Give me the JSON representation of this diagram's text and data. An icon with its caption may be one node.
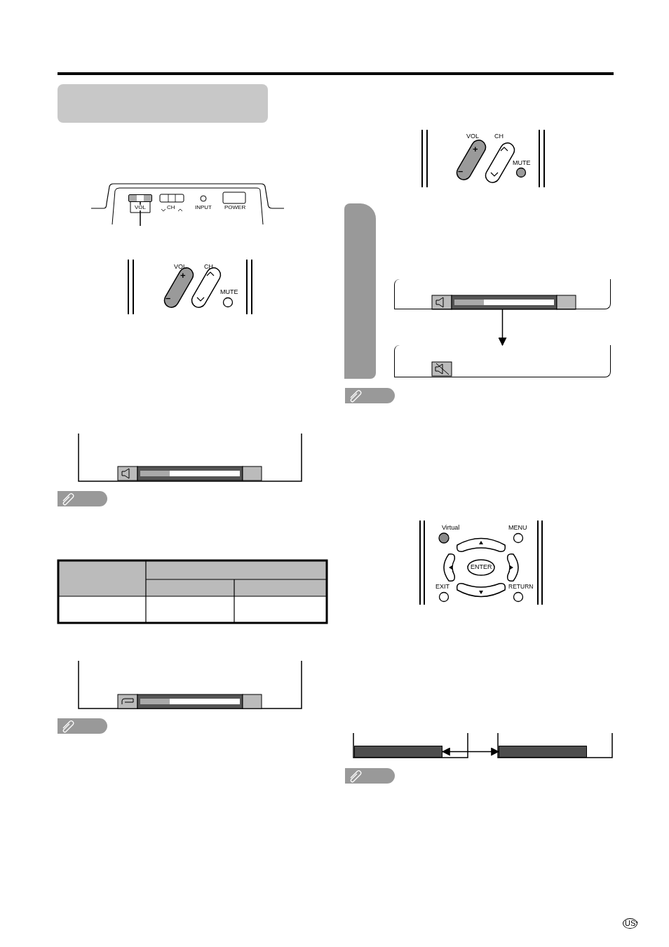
{
  "diagram": {
    "nodes": [
      {
        "text": [],
        "shape": "box"
      },
      {
        "text": [],
        "shape": "box"
      },
      {
        "text": [],
        "shape": "box"
      },
      {
        "text": [],
        "shape": "box"
      },
      {
        "text": [],
        "shape": "box"
      },
      {
        "text": [],
        "shape": "bar"
      },
      {
        "text": [],
        "shape": "bar"
      }
    ],
    "edges": [
      {
        "from": null,
        "to": 1,
        "arrow": "none"
      },
      {
        "from": 3,
        "to": 4,
        "arrow": "to"
      },
      {
        "from": 5,
        "to": 6,
        "arrow": "both"
      }
    ],
    "labels": [
      "VOL",
      "CH",
      "INPUT",
      "POWER",
      "VOL",
      "+",
      "–",
      "CH",
      "MUTE",
      "VOL",
      "+",
      "–",
      "CH",
      "MUTE",
      "Virtual",
      "MENU",
      "ENTER",
      "EXIT",
      "RETURN",
      "US",
      "-"
    ]
  }
}
